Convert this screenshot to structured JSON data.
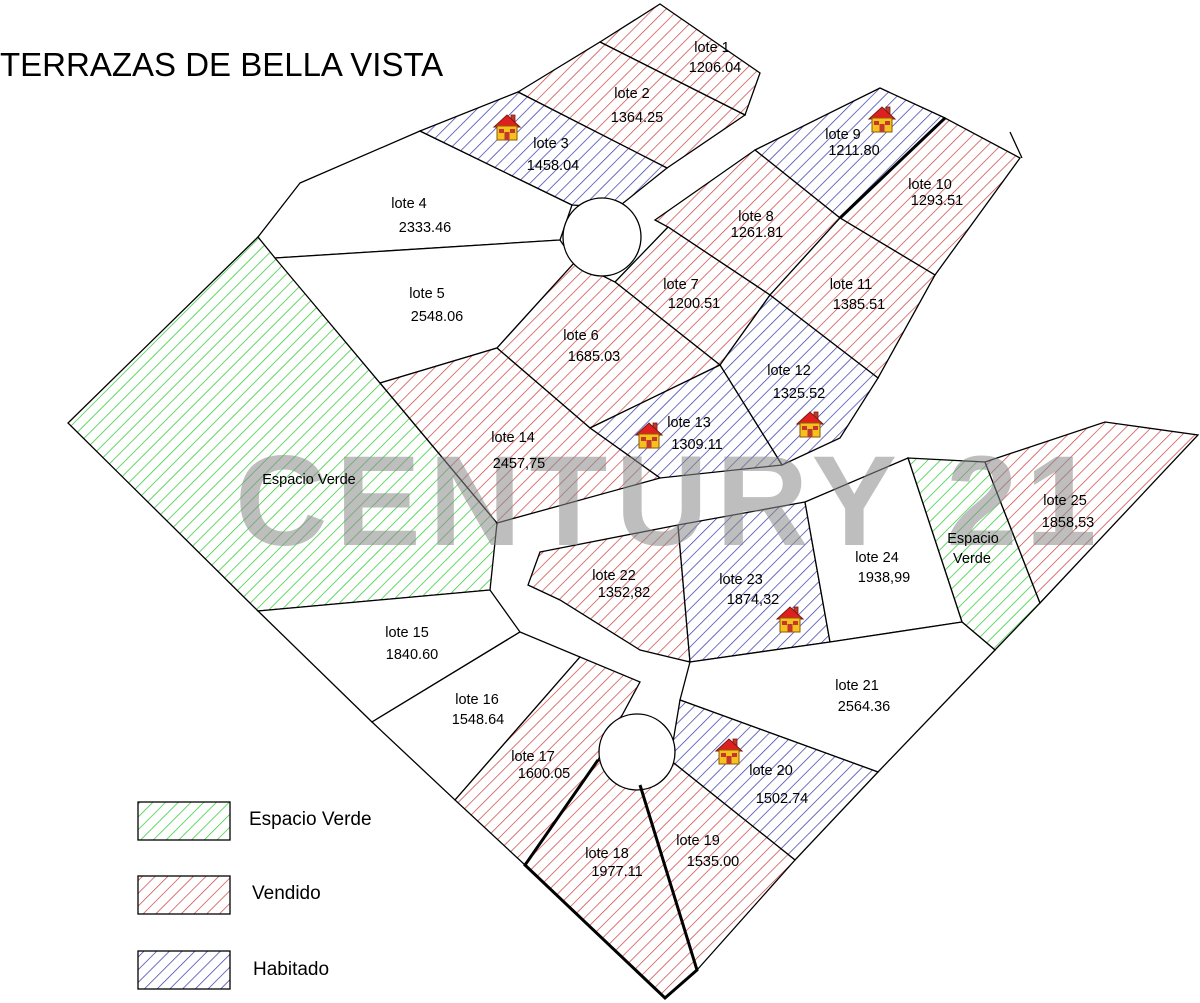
{
  "title": "TERRAZAS DE BELLA VISTA",
  "watermark": "CENTURY 21",
  "status_colors": {
    "verde": "#27c82a",
    "vendido": "#c8413c",
    "habitado": "#2f36a6"
  },
  "lots": [
    {
      "name": "lote 1",
      "area": "1206.04",
      "status": "vendido"
    },
    {
      "name": "lote 2",
      "area": "1364.25",
      "status": "vendido"
    },
    {
      "name": "lote 3",
      "area": "1458.04",
      "status": "habitado"
    },
    {
      "name": "lote 4",
      "area": "2333.46",
      "status": "libre"
    },
    {
      "name": "lote 5",
      "area": "2548.06",
      "status": "libre"
    },
    {
      "name": "lote 6",
      "area": "1685.03",
      "status": "vendido"
    },
    {
      "name": "lote 7",
      "area": "1200.51",
      "status": "vendido"
    },
    {
      "name": "lote 8",
      "area": "1261.81",
      "status": "vendido"
    },
    {
      "name": "lote 9",
      "area": "1211.80",
      "status": "habitado"
    },
    {
      "name": "lote 10",
      "area": "1293.51",
      "status": "vendido"
    },
    {
      "name": "lote 11",
      "area": "1385.51",
      "status": "vendido"
    },
    {
      "name": "lote 12",
      "area": "1325.52",
      "status": "habitado"
    },
    {
      "name": "lote 13",
      "area": "1309.11",
      "status": "habitado"
    },
    {
      "name": "lote 14",
      "area": "2457,75",
      "status": "vendido"
    },
    {
      "name": "lote 15",
      "area": "1840.60",
      "status": "libre"
    },
    {
      "name": "lote 16",
      "area": "1548.64",
      "status": "libre"
    },
    {
      "name": "lote 17",
      "area": "1600.05",
      "status": "vendido"
    },
    {
      "name": "lote 18",
      "area": "1977.11",
      "status": "vendido"
    },
    {
      "name": "lote 19",
      "area": "1535.00",
      "status": "vendido"
    },
    {
      "name": "lote 20",
      "area": "1502.74",
      "status": "habitado"
    },
    {
      "name": "lote 21",
      "area": "2564.36",
      "status": "libre"
    },
    {
      "name": "lote 22",
      "area": "1352,82",
      "status": "vendido"
    },
    {
      "name": "lote 23",
      "area": "1874,32",
      "status": "habitado"
    },
    {
      "name": "lote 24",
      "area": "1938,99",
      "status": "libre"
    },
    {
      "name": "lote 25",
      "area": "1858,53",
      "status": "vendido"
    }
  ],
  "green_areas": [
    {
      "label": "Espacio Verde"
    },
    {
      "label_line1": "Espacio",
      "label_line2": "Verde"
    }
  ],
  "legend": [
    {
      "label": "Espacio Verde",
      "status": "verde"
    },
    {
      "label": "Vendido",
      "status": "vendido"
    },
    {
      "label": "Habitado",
      "status": "habitado"
    }
  ],
  "house_icon": "house-icon"
}
